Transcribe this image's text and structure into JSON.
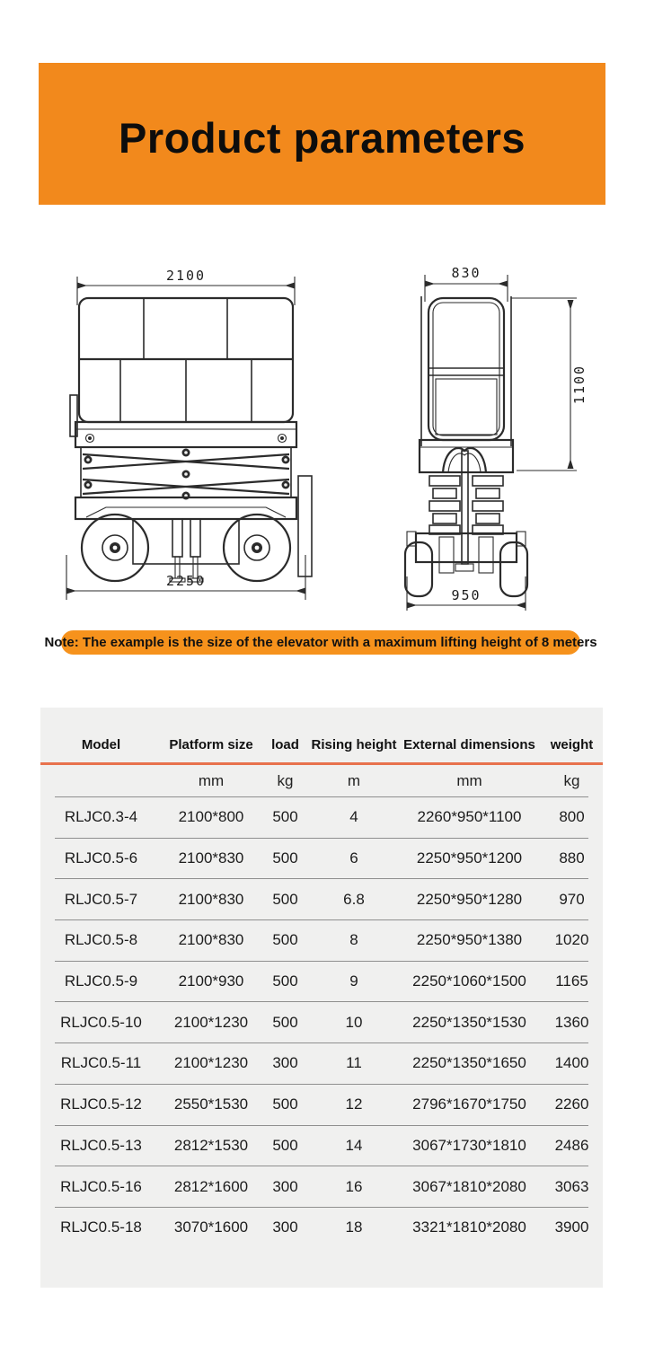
{
  "header": {
    "title": "Product parameters",
    "bg_color": "#F2891C"
  },
  "diagrams": {
    "front_view": {
      "label": "front-view scissor lift drawing",
      "width_top": "2100",
      "width_bottom": "2250"
    },
    "side_view": {
      "label": "side-view scissor lift drawing",
      "width_top": "830",
      "height_right": "1100",
      "width_bottom": "950"
    }
  },
  "note": {
    "text": "Note: The example is the size of the elevator with a maximum lifting height of 8 meters",
    "bg_color": "#F6921C"
  },
  "table": {
    "columns": [
      "Model",
      "Platform size",
      "load",
      "Rising height",
      "External dimensions",
      "weight"
    ],
    "units": [
      "",
      "mm",
      "kg",
      "m",
      "mm",
      "kg"
    ],
    "rule_color": "#E8724D",
    "rows": [
      [
        "RLJC0.3-4",
        "2100*800",
        "500",
        "4",
        "2260*950*1100",
        "800"
      ],
      [
        "RLJC0.5-6",
        "2100*830",
        "500",
        "6",
        "2250*950*1200",
        "880"
      ],
      [
        "RLJC0.5-7",
        "2100*830",
        "500",
        "6.8",
        "2250*950*1280",
        "970"
      ],
      [
        "RLJC0.5-8",
        "2100*830",
        "500",
        "8",
        "2250*950*1380",
        "1020"
      ],
      [
        "RLJC0.5-9",
        "2100*930",
        "500",
        "9",
        "2250*1060*1500",
        "1165"
      ],
      [
        "RLJC0.5-10",
        "2100*1230",
        "500",
        "10",
        "2250*1350*1530",
        "1360"
      ],
      [
        "RLJC0.5-11",
        "2100*1230",
        "300",
        "11",
        "2250*1350*1650",
        "1400"
      ],
      [
        "RLJC0.5-12",
        "2550*1530",
        "500",
        "12",
        "2796*1670*1750",
        "2260"
      ],
      [
        "RLJC0.5-13",
        "2812*1530",
        "500",
        "14",
        "3067*1730*1810",
        "2486"
      ],
      [
        "RLJC0.5-16",
        "2812*1600",
        "300",
        "16",
        "3067*1810*2080",
        "3063"
      ],
      [
        "RLJC0.5-18",
        "3070*1600",
        "300",
        "18",
        "3321*1810*2080",
        "3900"
      ]
    ]
  }
}
